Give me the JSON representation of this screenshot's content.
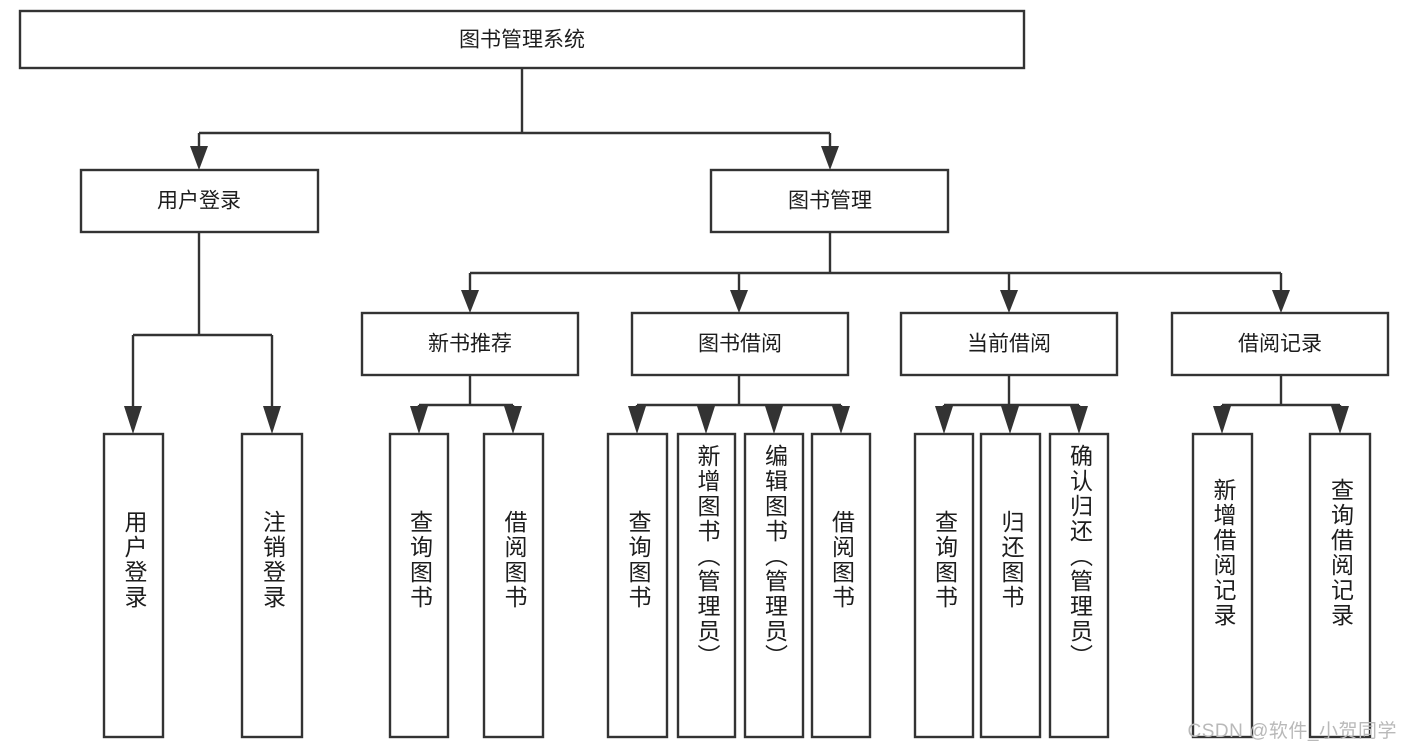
{
  "diagram": {
    "type": "tree",
    "title_node": {
      "label": "图书管理系统"
    },
    "level2": [
      {
        "id": "user-login",
        "label": "用户登录"
      },
      {
        "id": "book-manage",
        "label": "图书管理"
      }
    ],
    "level3": [
      {
        "id": "new-book-rec",
        "label": "新书推荐"
      },
      {
        "id": "book-borrow",
        "label": "图书借阅"
      },
      {
        "id": "current-borrow",
        "label": "当前借阅"
      },
      {
        "id": "borrow-record",
        "label": "借阅记录"
      }
    ],
    "leaves": {
      "user_login": [
        {
          "id": "leaf-user-login",
          "label": "用户登录"
        },
        {
          "id": "leaf-logout",
          "label": "注销登录"
        }
      ],
      "new_book_rec": [
        {
          "id": "leaf-query-book-1",
          "label": "查询图书"
        },
        {
          "id": "leaf-borrow-book-1",
          "label": "借阅图书"
        }
      ],
      "book_borrow": [
        {
          "id": "leaf-query-book-2",
          "label": "查询图书"
        },
        {
          "id": "leaf-add-book",
          "label": "新增图书（管理员）"
        },
        {
          "id": "leaf-edit-book",
          "label": "编辑图书（管理员）"
        },
        {
          "id": "leaf-borrow-book-2",
          "label": "借阅图书"
        }
      ],
      "current_borrow": [
        {
          "id": "leaf-query-book-3",
          "label": "查询图书"
        },
        {
          "id": "leaf-return-book",
          "label": "归还图书"
        },
        {
          "id": "leaf-confirm-return",
          "label": "确认归还（管理员）"
        }
      ],
      "borrow_record": [
        {
          "id": "leaf-add-record",
          "label": "新增借阅记录"
        },
        {
          "id": "leaf-query-record",
          "label": "查询借阅记录"
        }
      ]
    }
  },
  "watermark": {
    "text": "CSDN @软件_小贺同学"
  },
  "colors": {
    "background": "#ffffff",
    "box_fill": "#ffffff",
    "box_stroke": "#333333",
    "text": "#1d1d1d",
    "watermark": "#b9b9b9"
  }
}
